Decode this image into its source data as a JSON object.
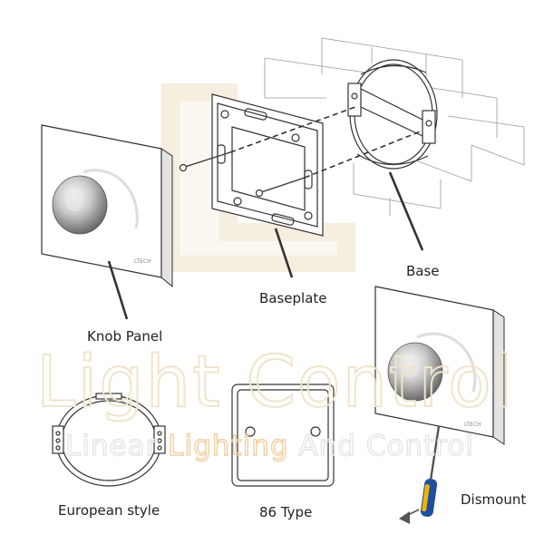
{
  "watermark": {
    "line1": "Light Control",
    "line2_parts": [
      "Linear ",
      "Lighting",
      " And Control"
    ],
    "colors": [
      "#e6e6e6",
      "#f5d3a8",
      "#e6e6e6"
    ]
  },
  "brand_mark": "LTECH",
  "labels": {
    "knob_panel": "Knob Panel",
    "baseplate": "Baseplate",
    "base": "Base",
    "european_style": "European style",
    "type_86": "86 Type",
    "dismount": "Dismount"
  },
  "colors": {
    "line": "#333333",
    "watermark_beige": "#f3e8d4",
    "screwdriver_yellow": "#f2b400",
    "screwdriver_blue": "#1f4f9c"
  }
}
